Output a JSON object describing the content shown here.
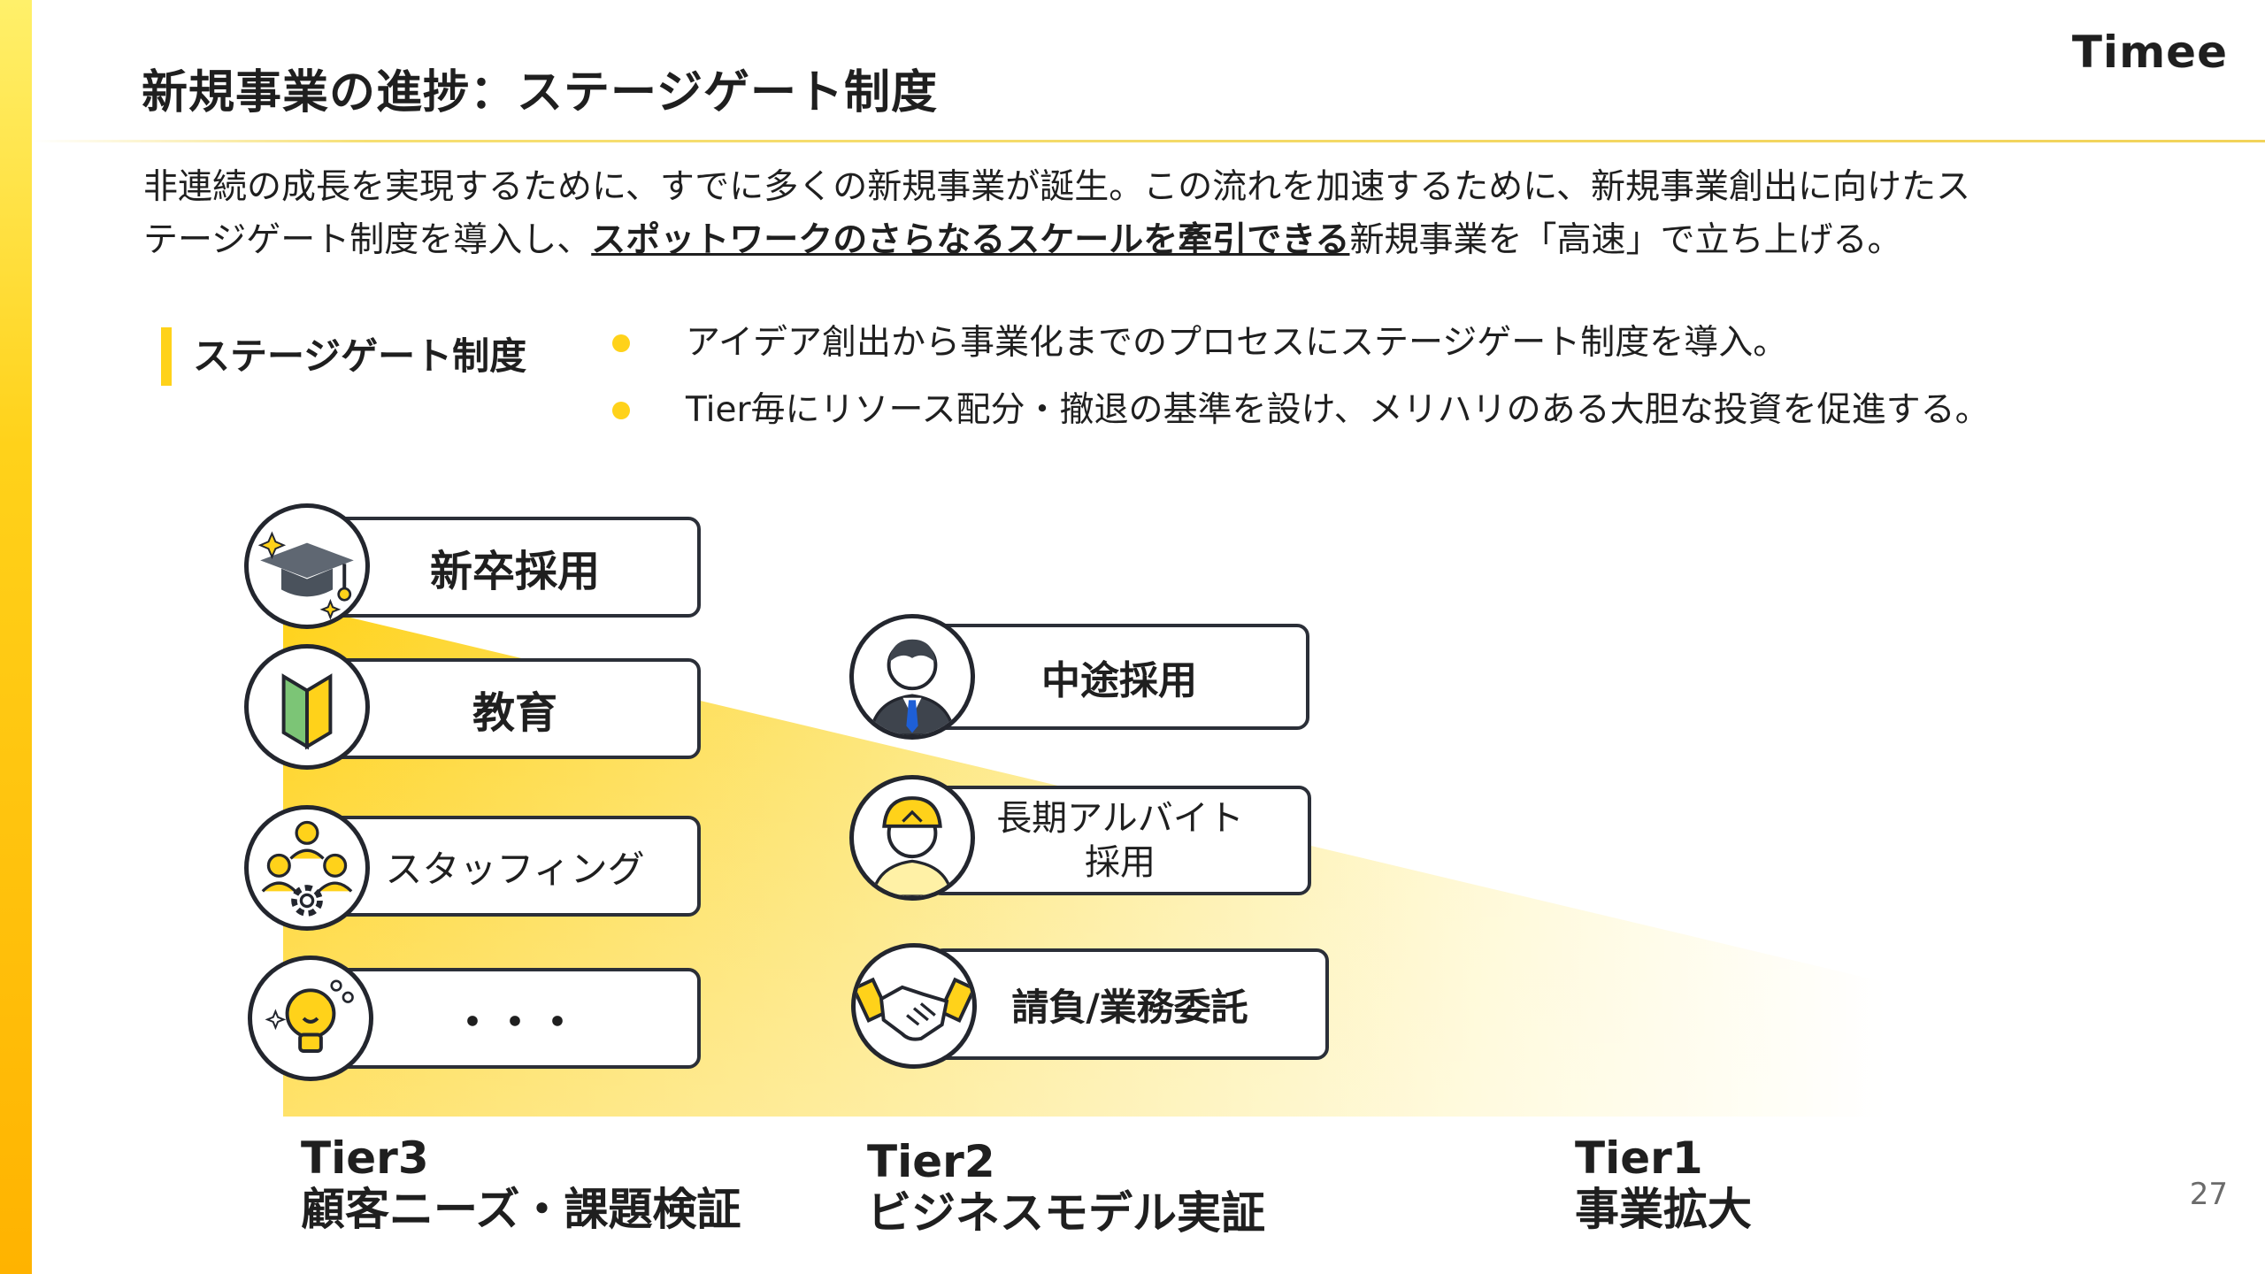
{
  "header": {
    "title": "新規事業の進捗：ステージゲート制度",
    "brand": "Timee"
  },
  "intro": {
    "line1": "非連続の成長を実現するために、すでに多くの新規事業が誕生。この流れを加速するために、新規事業創出に向けたス",
    "line2_pre": "テージゲート制度を導入し、",
    "line2_underline": "スポットワークのさらなるスケールを牽引できる",
    "line2_post": "新規事業を「高速」で立ち上げる。"
  },
  "stage_gate": {
    "label": "ステージゲート制度",
    "bullets": [
      "アイデア創出から事業化までのプロセスにステージゲート制度を導入。",
      "Tier毎にリソース配分・撤退の基準を設け、メリハリのある大胆な投資を促進する。"
    ]
  },
  "tier3": {
    "items": [
      {
        "label": "新卒採用",
        "icon": "graduation-cap-icon"
      },
      {
        "label": "教育",
        "icon": "beginner-mark-icon"
      },
      {
        "label": "スタッフィング",
        "icon": "people-gear-icon"
      },
      {
        "label": "・・・",
        "icon": "lightbulb-icon"
      }
    ]
  },
  "tier2": {
    "items": [
      {
        "label": "中途採用",
        "icon": "businessman-icon"
      },
      {
        "label_line1": "長期アルバイト",
        "label_line2": "採用",
        "icon": "worker-helmet-icon"
      },
      {
        "label": "請負/業務委託",
        "icon": "handshake-icon"
      }
    ]
  },
  "tiers": [
    {
      "name": "Tier3",
      "desc": "顧客ニーズ・課題検証"
    },
    {
      "name": "Tier2",
      "desc": "ビジネスモデル実証"
    },
    {
      "name": "Tier1",
      "desc": "事業拡大"
    }
  ],
  "page_number": "27",
  "colors": {
    "accent": "#ffd21a",
    "outline": "#2b2f38",
    "text": "#1f1f1f"
  }
}
